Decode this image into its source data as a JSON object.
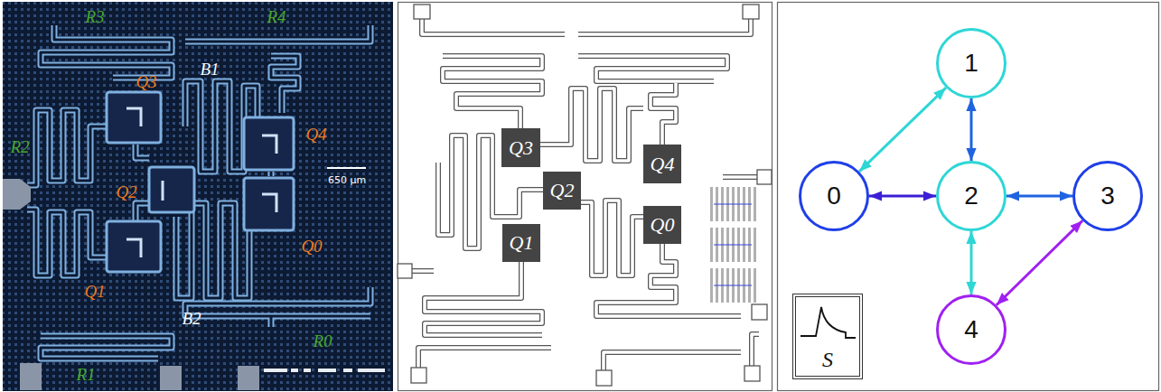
{
  "diagram": {
    "nodes": [
      {
        "text": [
          "Q3"
        ]
      },
      {
        "text": [
          "Q4"
        ]
      },
      {
        "text": [
          "Q2"
        ]
      },
      {
        "text": [
          "Q0"
        ]
      },
      {
        "text": [
          "Q1"
        ]
      },
      {
        "text": [
          "1"
        ]
      },
      {
        "text": [
          "0"
        ]
      },
      {
        "text": [
          "2"
        ]
      },
      {
        "text": [
          "3"
        ]
      },
      {
        "text": [
          "4"
        ]
      },
      {
        "text": [
          "S"
        ]
      }
    ],
    "edges": [
      {
        "from": 5,
        "to": 6,
        "arrow": "both"
      },
      {
        "from": 5,
        "to": 7,
        "arrow": "both"
      },
      {
        "from": 6,
        "to": 7,
        "arrow": "both"
      },
      {
        "from": 7,
        "to": 8,
        "arrow": "both"
      },
      {
        "from": 7,
        "to": 9,
        "arrow": "both"
      },
      {
        "from": 8,
        "to": 9,
        "arrow": "both"
      }
    ],
    "labels": [
      "R3",
      "R4",
      "Q3",
      "B1",
      "Q4",
      "R2",
      "650 μm",
      "Q2",
      "Q0",
      "Q1",
      "B2",
      "R0",
      "R1"
    ]
  }
}
